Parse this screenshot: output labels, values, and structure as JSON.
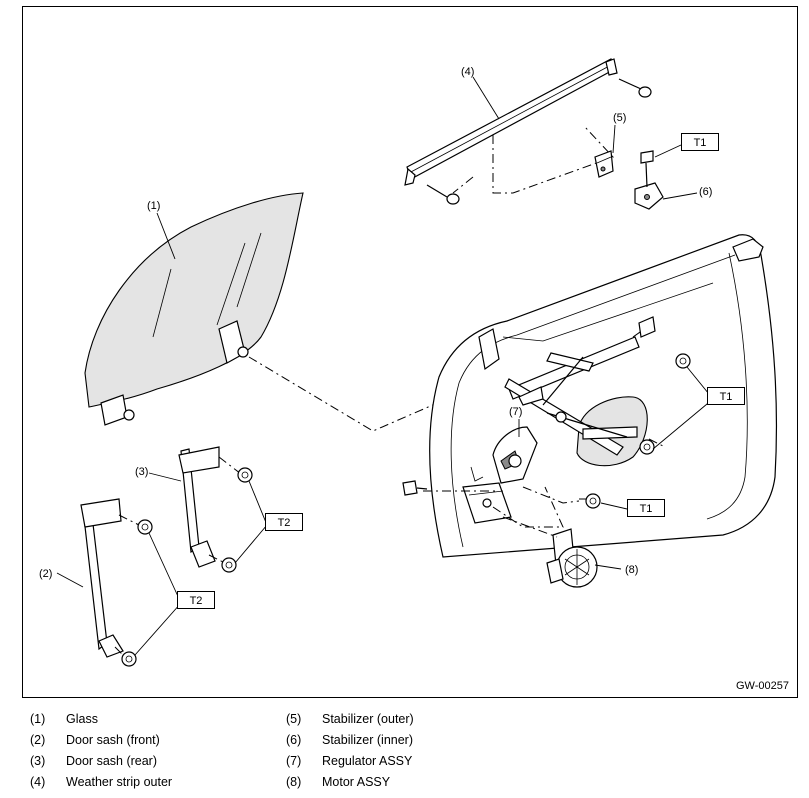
{
  "diagram": {
    "figure_code": "GW-00257",
    "callouts": [
      {
        "id": "c1",
        "text": "(1)"
      },
      {
        "id": "c2",
        "text": "(2)"
      },
      {
        "id": "c3",
        "text": "(3)"
      },
      {
        "id": "c4",
        "text": "(4)"
      },
      {
        "id": "c5",
        "text": "(5)"
      },
      {
        "id": "c6",
        "text": "(6)"
      },
      {
        "id": "c7",
        "text": "(7)"
      },
      {
        "id": "c8",
        "text": "(8)"
      }
    ],
    "torque_labels": [
      {
        "id": "t1a",
        "text": "T1"
      },
      {
        "id": "t1b",
        "text": "T1"
      },
      {
        "id": "t1c",
        "text": "T1"
      },
      {
        "id": "t2a",
        "text": "T2"
      },
      {
        "id": "t2b",
        "text": "T2"
      }
    ]
  },
  "legend": [
    {
      "num": "(1)",
      "label": "Glass"
    },
    {
      "num": "(2)",
      "label": "Door sash (front)"
    },
    {
      "num": "(3)",
      "label": "Door sash (rear)"
    },
    {
      "num": "(4)",
      "label": "Weather strip outer"
    },
    {
      "num": "(5)",
      "label": "Stabilizer (outer)"
    },
    {
      "num": "(6)",
      "label": "Stabilizer (inner)"
    },
    {
      "num": "(7)",
      "label": "Regulator ASSY"
    },
    {
      "num": "(8)",
      "label": "Motor ASSY"
    }
  ]
}
